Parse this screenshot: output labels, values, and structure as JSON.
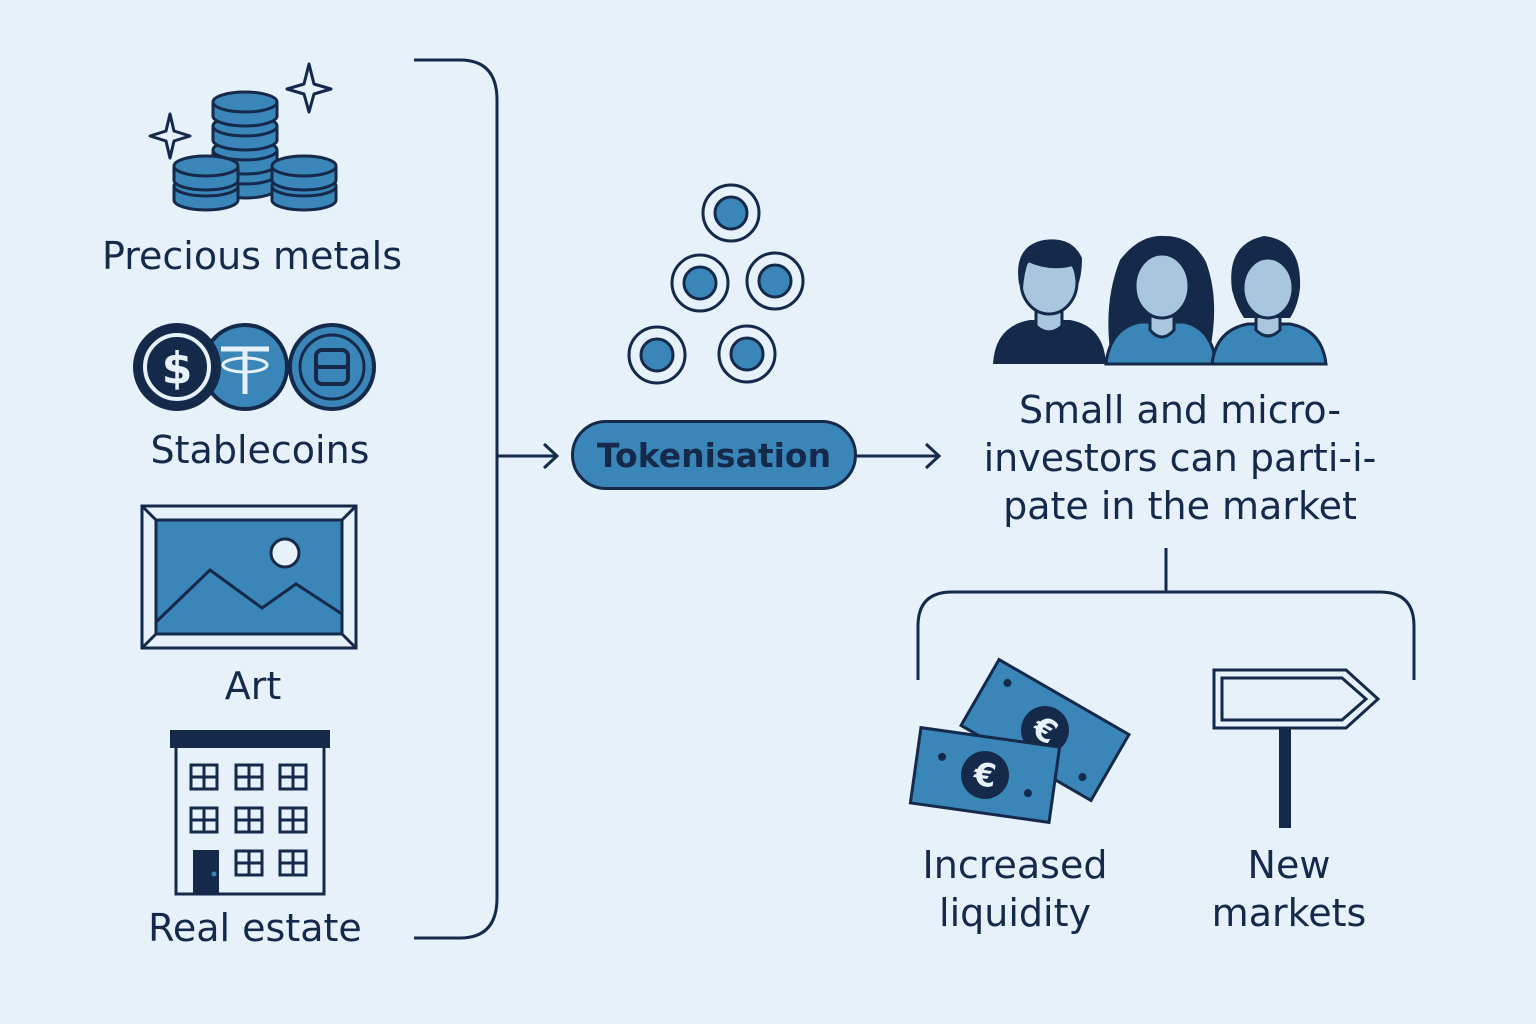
{
  "colors": {
    "background": "#e6f1fa",
    "ink": "#15294a",
    "accent_blue": "#3b86b8",
    "light_blue": "#a9c6df"
  },
  "assets": [
    {
      "label": "Precious metals",
      "icon": "coin-stack-icon"
    },
    {
      "label": "Stablecoins",
      "icon": "stablecoin-coins-icon"
    },
    {
      "label": "Art",
      "icon": "framed-picture-icon"
    },
    {
      "label": "Real estate",
      "icon": "building-icon"
    }
  ],
  "process": {
    "label": "Tokenisation",
    "icon": "token-circles-icon"
  },
  "outcome": {
    "lines": [
      "Small and micro-",
      "investors can parti-i-",
      "pate in the market"
    ],
    "icon": "investors-group-icon"
  },
  "benefits": [
    {
      "lines": [
        "Increased",
        "liquidity"
      ],
      "icon": "euro-banknotes-icon"
    },
    {
      "lines": [
        "New",
        "markets"
      ],
      "icon": "signpost-icon"
    }
  ]
}
